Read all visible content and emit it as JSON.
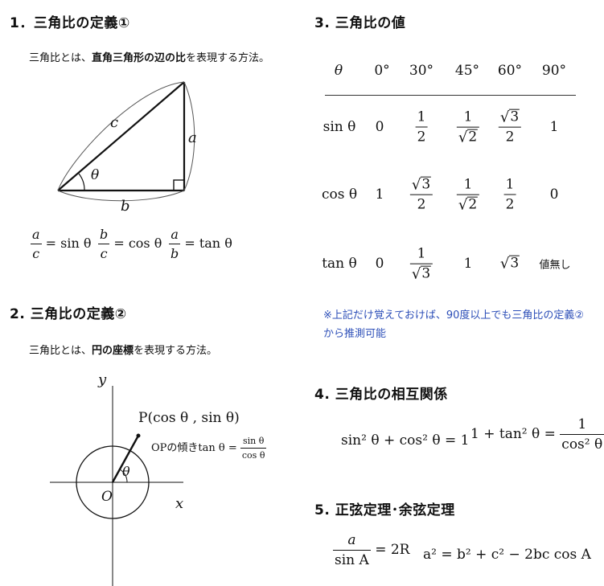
{
  "section1": {
    "heading": "1．三角比の定義①",
    "desc_pre": "三角比とは、",
    "desc_bold": "直角三角形の辺の比",
    "desc_post": "を表現する方法。",
    "label_c": "c",
    "label_a": "a",
    "label_b": "b",
    "label_theta": "θ",
    "formulas": [
      {
        "num": "a",
        "den": "c",
        "rhs": "= sin θ"
      },
      {
        "num": "b",
        "den": "c",
        "rhs": "= cos θ"
      },
      {
        "num": "a",
        "den": "b",
        "rhs": "= tan θ"
      }
    ]
  },
  "section2": {
    "heading": "2. 三角比の定義②",
    "desc_pre": "三角比とは、",
    "desc_bold": "円の座標",
    "desc_post": "を表現する方法。",
    "axis_y": "y",
    "axis_x": "x",
    "origin": "O",
    "theta": "θ",
    "point_label": "P(cos θ , sin θ)",
    "slope_label": "OPの傾きtan θ =",
    "slope_num": "sin θ",
    "slope_den": "cos θ"
  },
  "section3": {
    "heading": "3. 三角比の値",
    "header": [
      "θ",
      "0°",
      "30°",
      "45°",
      "60°",
      "90°"
    ],
    "rows": [
      {
        "label": "sin θ",
        "values": [
          "0",
          "1/2",
          "1/√2",
          "√3/2",
          "1"
        ]
      },
      {
        "label": "cos θ",
        "values": [
          "1",
          "√3/2",
          "1/√2",
          "1/2",
          "0"
        ]
      },
      {
        "label": "tan θ",
        "values": [
          "0",
          "1/√3",
          "1",
          "√3",
          "値無し"
        ]
      }
    ],
    "note_line1": "※上記だけ覚えておけば、90度以上でも三角比の定義②",
    "note_line2": "から推測可能",
    "note_color": "#2d4fb8"
  },
  "section4": {
    "heading": "4. 三角比の相互関係",
    "eq1": "sin² θ + cos² θ = 1",
    "eq2_lhs": "1 + tan² θ =",
    "eq2_num": "1",
    "eq2_den": "cos² θ"
  },
  "section5": {
    "heading": "5. 正弦定理･余弦定理",
    "eq1_num": "a",
    "eq1_den": "sin A",
    "eq1_rhs": "= 2R",
    "eq2": "a² = b² + c² − 2bc cos A"
  }
}
